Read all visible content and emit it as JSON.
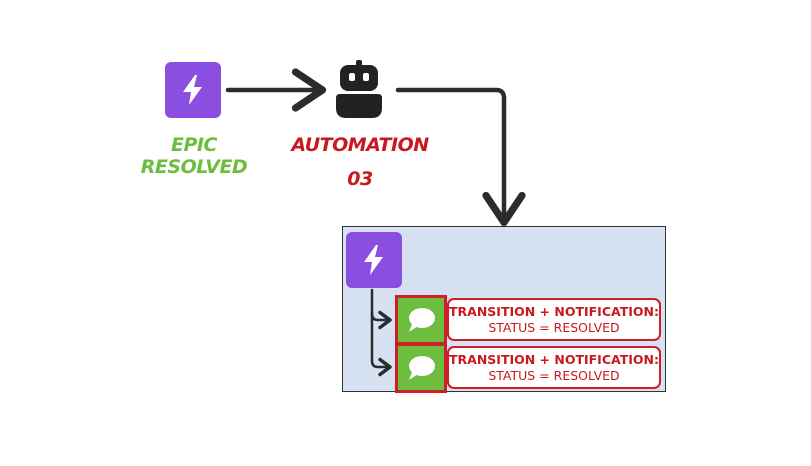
{
  "trigger": {
    "icon": "lightning-bolt-icon",
    "label": "Epic resolved",
    "color": "#6dbd3e",
    "tile_color": "#8a4fe0"
  },
  "automation": {
    "icon": "robot-icon",
    "label_line1": "Automation",
    "label_line2": "03",
    "color": "#c8191f"
  },
  "panel": {
    "background": "#d6e1f2",
    "header_icon": "lightning-bolt-icon",
    "actions": [
      {
        "icon": "speech-bubble-icon",
        "title": "TRANSITION + NOTIFICATION:",
        "detail": "STATUS = RESOLVED"
      },
      {
        "icon": "speech-bubble-icon",
        "title": "TRANSITION + NOTIFICATION:",
        "detail": "STATUS = RESOLVED"
      }
    ]
  }
}
